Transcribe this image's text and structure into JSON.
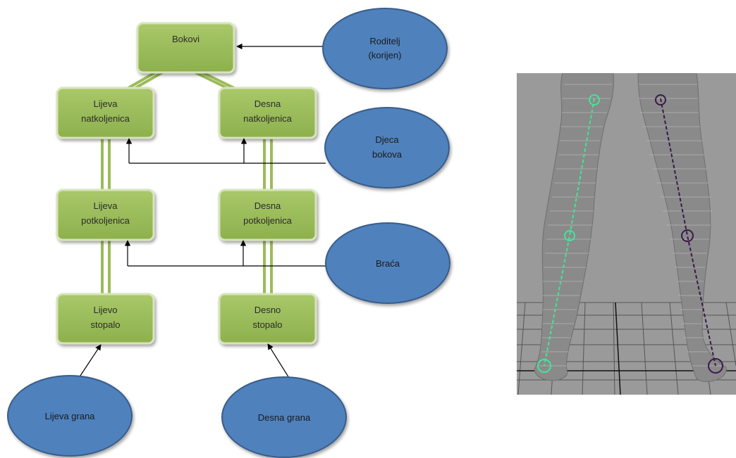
{
  "tree_nodes": {
    "hips": [
      "Bokovi"
    ],
    "left_thigh": [
      "Lijeva",
      "natkoljenica"
    ],
    "right_thigh": [
      "Desna",
      "natkoljenica"
    ],
    "left_shin": [
      "Lijeva",
      "potkoljenica"
    ],
    "right_shin": [
      "Desna",
      "potkoljenica"
    ],
    "left_foot": [
      "Lijevo",
      "stopalo"
    ],
    "right_foot": [
      "Desno",
      "stopalo"
    ]
  },
  "callouts": {
    "parent": [
      "Roditelj",
      "(korijen)"
    ],
    "children": [
      "Djeca",
      "bokova"
    ],
    "siblings": [
      "Braća"
    ],
    "left_branch": [
      "Lijeva grana"
    ],
    "right_branch": [
      "Desna grana"
    ]
  },
  "colors": {
    "node_fill": "#9bbb59",
    "node_stroke": "#d7e4bd",
    "connector": "#9bbb59",
    "ellipse_fill": "#4f81bd",
    "ellipse_stroke": "#385d8a",
    "arrow": "#000000",
    "viewport_bg": "#9a9a9a",
    "mesh": "#6f6f6f",
    "left_joint_chain": "#45e39a",
    "right_joint_chain": "#3a1a4a"
  }
}
